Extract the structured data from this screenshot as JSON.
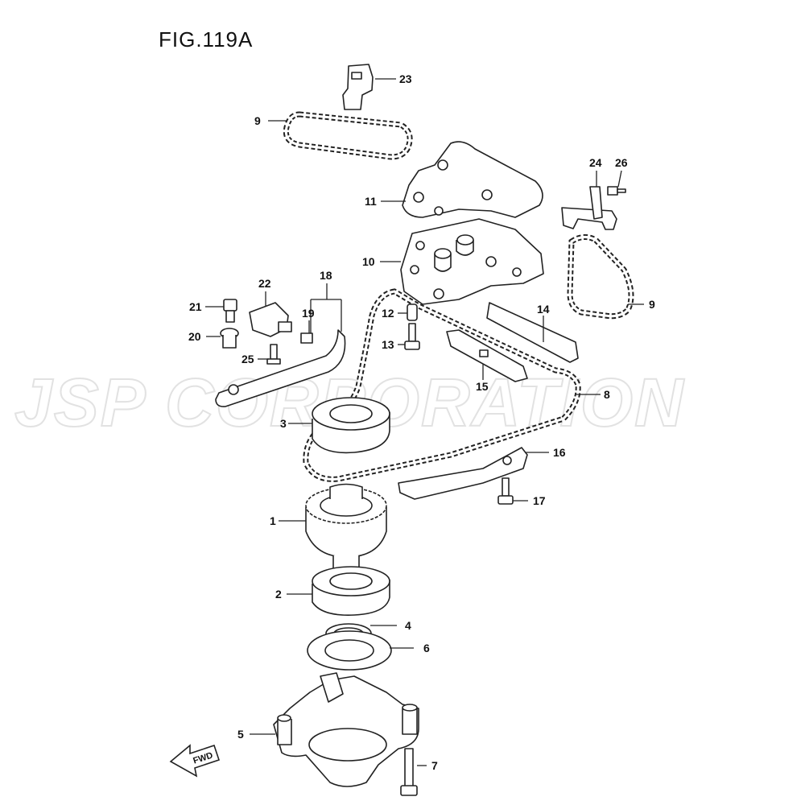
{
  "figure": {
    "title": "FIG.119A",
    "watermark": "JSP CORPORATION",
    "fwd_label": "FWD"
  },
  "callouts": [
    {
      "id": "1",
      "label": "1"
    },
    {
      "id": "2",
      "label": "2"
    },
    {
      "id": "3",
      "label": "3"
    },
    {
      "id": "4",
      "label": "4"
    },
    {
      "id": "5",
      "label": "5"
    },
    {
      "id": "6",
      "label": "6"
    },
    {
      "id": "7",
      "label": "7"
    },
    {
      "id": "8",
      "label": "8"
    },
    {
      "id": "9a",
      "label": "9"
    },
    {
      "id": "9b",
      "label": "9"
    },
    {
      "id": "10",
      "label": "10"
    },
    {
      "id": "11",
      "label": "11"
    },
    {
      "id": "12",
      "label": "12"
    },
    {
      "id": "13",
      "label": "13"
    },
    {
      "id": "14",
      "label": "14"
    },
    {
      "id": "15",
      "label": "15"
    },
    {
      "id": "16",
      "label": "16"
    },
    {
      "id": "17",
      "label": "17"
    },
    {
      "id": "18",
      "label": "18"
    },
    {
      "id": "19",
      "label": "19"
    },
    {
      "id": "20",
      "label": "20"
    },
    {
      "id": "21",
      "label": "21"
    },
    {
      "id": "22",
      "label": "22"
    },
    {
      "id": "23",
      "label": "23"
    },
    {
      "id": "24",
      "label": "24"
    },
    {
      "id": "25",
      "label": "25"
    },
    {
      "id": "26",
      "label": "26"
    }
  ]
}
